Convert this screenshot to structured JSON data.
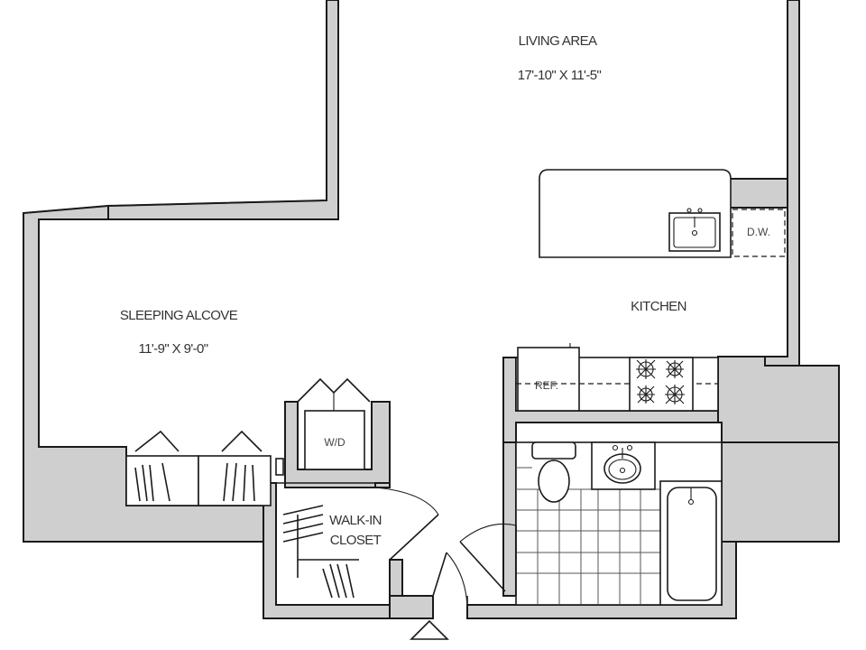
{
  "rooms": {
    "living": {
      "name": "LIVING AREA",
      "dims": "17'-10\" X 11'-5\""
    },
    "sleeping": {
      "name": "SLEEPING ALCOVE",
      "dims": "11'-9\" X 9'-0\""
    },
    "kitchen": {
      "name": "KITCHEN"
    },
    "closet": {
      "line1": "WALK-IN",
      "line2": "CLOSET"
    }
  },
  "appliances": {
    "dishwasher": "D.W.",
    "refrigerator": "REF.",
    "washer_dryer": "W/D"
  },
  "colors": {
    "wall_fill": "#cfcfcf",
    "wall_stroke": "#1a1a1a",
    "text": "#333333"
  }
}
